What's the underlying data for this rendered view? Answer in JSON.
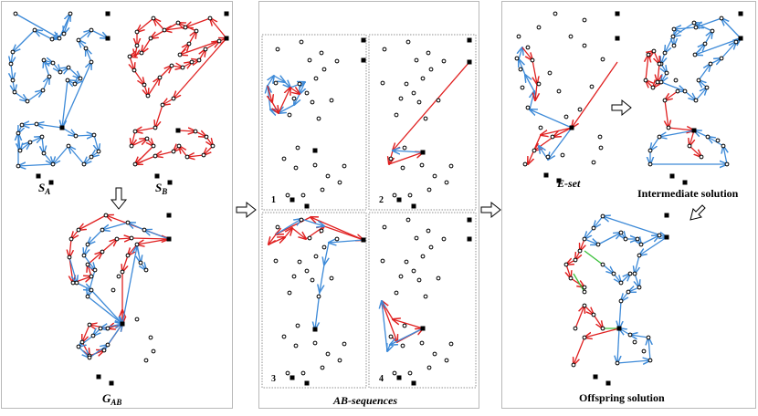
{
  "colors": {
    "blue": "#3d8ad8",
    "red": "#e02020",
    "green": "#38c038",
    "node": "#000000",
    "frame": "#b8b8b8",
    "dash": "#909090"
  },
  "labels": {
    "sa_main": "S",
    "sa_sub": "A",
    "sb_main": "S",
    "sb_sub": "B",
    "gab_main": "G",
    "gab_sub": "AB",
    "ab_sequences": "AB-sequences",
    "eset": "E-set",
    "intermediate": "Intermediate solution",
    "offspring": "Offspring solution",
    "seq1": "1",
    "seq2": "2",
    "seq3": "3",
    "seq4": "4"
  }
}
